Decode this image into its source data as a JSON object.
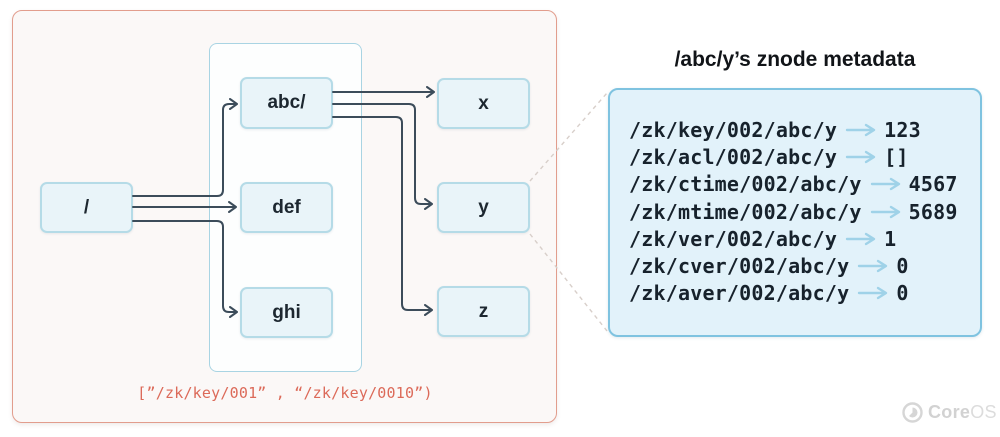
{
  "diagram": {
    "nodes": {
      "root": {
        "label": "/"
      },
      "abc": {
        "label": "abc/"
      },
      "def": {
        "label": "def"
      },
      "ghi": {
        "label": "ghi"
      },
      "x": {
        "label": "x"
      },
      "y": {
        "label": "y"
      },
      "z": {
        "label": "z"
      }
    },
    "range_label": "[”/zk/key/001” , “/zk/key/0010”)"
  },
  "metadata": {
    "title": "/abc/y’s znode metadata",
    "rows": [
      {
        "path": "/zk/key/002/abc/y",
        "value": "123"
      },
      {
        "path": "/zk/acl/002/abc/y",
        "value": "[]"
      },
      {
        "path": "/zk/ctime/002/abc/y",
        "value": "4567"
      },
      {
        "path": "/zk/mtime/002/abc/y",
        "value": "5689"
      },
      {
        "path": "/zk/ver/002/abc/y",
        "value": "1"
      },
      {
        "path": "/zk/cver/002/abc/y",
        "value": "0"
      },
      {
        "path": "/zk/aver/002/abc/y",
        "value": "0"
      }
    ]
  },
  "branding": {
    "logo_bold": "Core",
    "logo_light": "OS"
  },
  "colors": {
    "outer_border": "#e29d8d",
    "inner_border": "#a9d4e3",
    "node_border": "#b5dbe7",
    "node_fill": "#e9f4f9",
    "dark_arrow": "#3c4c5a",
    "light_arrow": "#9fd2e8",
    "range_text": "#dc6a59",
    "meta_box_border": "#7fc3e0",
    "meta_box_fill": "#e2f2fa",
    "dashed_line": "#d8cfca"
  }
}
